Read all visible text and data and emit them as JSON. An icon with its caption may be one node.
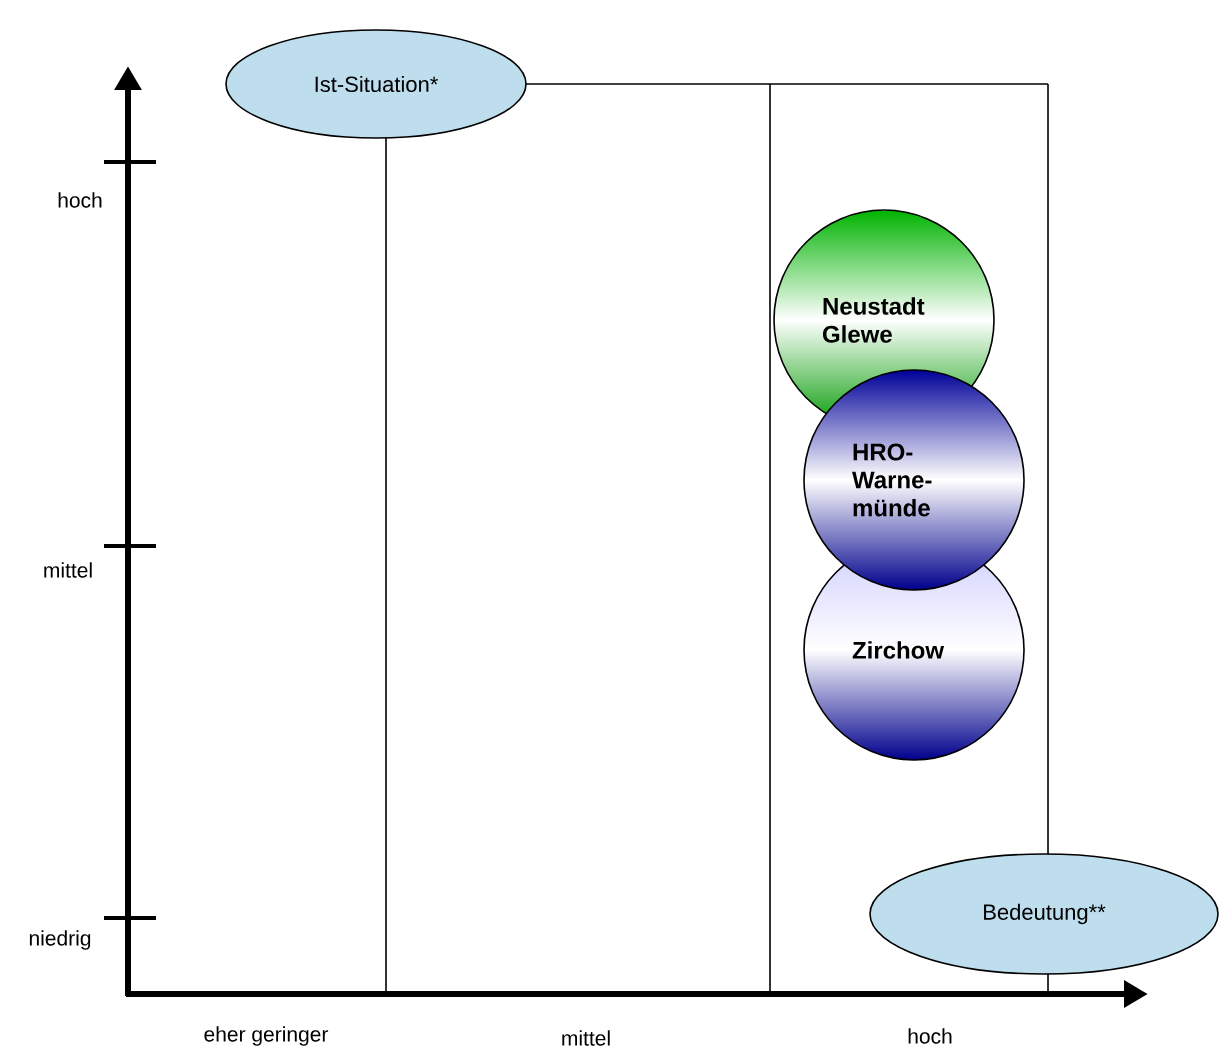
{
  "diagram": {
    "nodes": [
      {
        "text": [
          "Ist-Situation*"
        ]
      },
      {
        "text": [
          "Neustadt Glewe"
        ]
      },
      {
        "text": [
          "HRO- Warne- münde"
        ]
      },
      {
        "text": [
          "Zirchow"
        ]
      },
      {
        "text": [
          "Bedeutung**"
        ]
      }
    ],
    "labels": [
      "hoch",
      "mittel",
      "niedrig",
      "eher geringer",
      "mittel",
      "hoch"
    ]
  }
}
